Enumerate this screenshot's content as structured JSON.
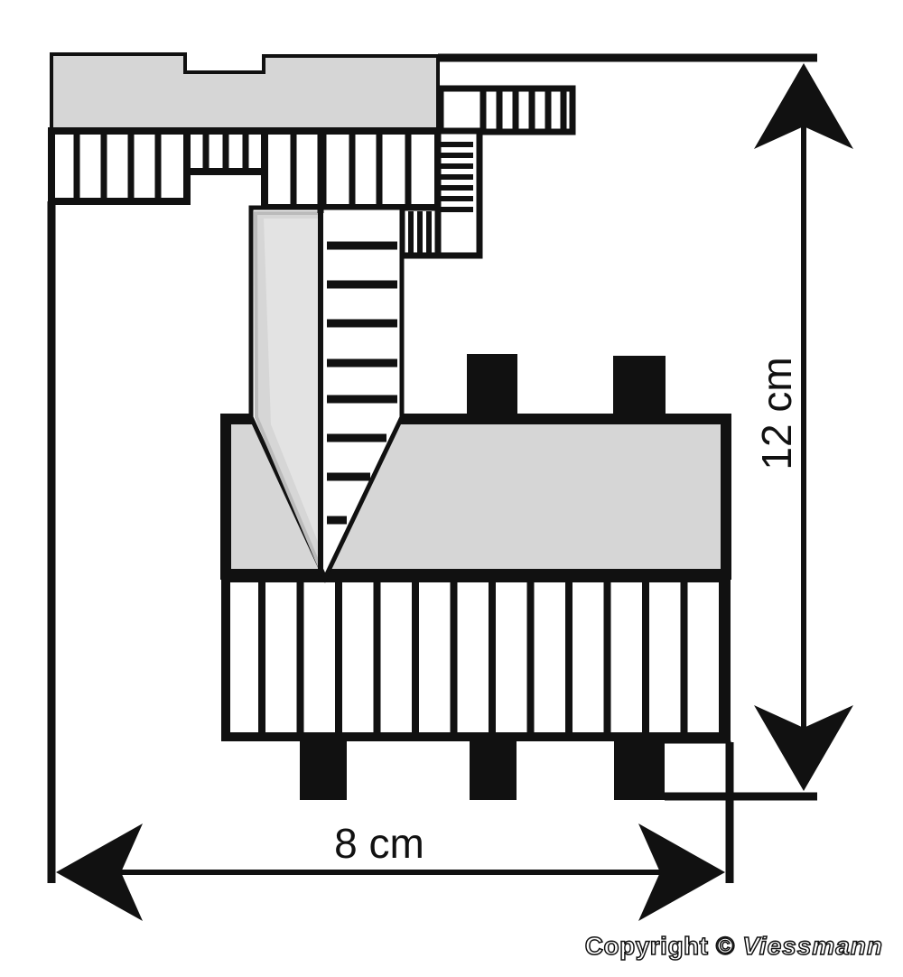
{
  "dimensions": {
    "width_label": "8 cm",
    "height_label": "12 cm"
  },
  "copyright": {
    "prefix": "Copyright",
    "symbol": "©",
    "brand": "Viessmann"
  },
  "colors": {
    "outline": "#111111",
    "roof_fill": "#d6d6d6",
    "wall_fill": "#ffffff"
  }
}
